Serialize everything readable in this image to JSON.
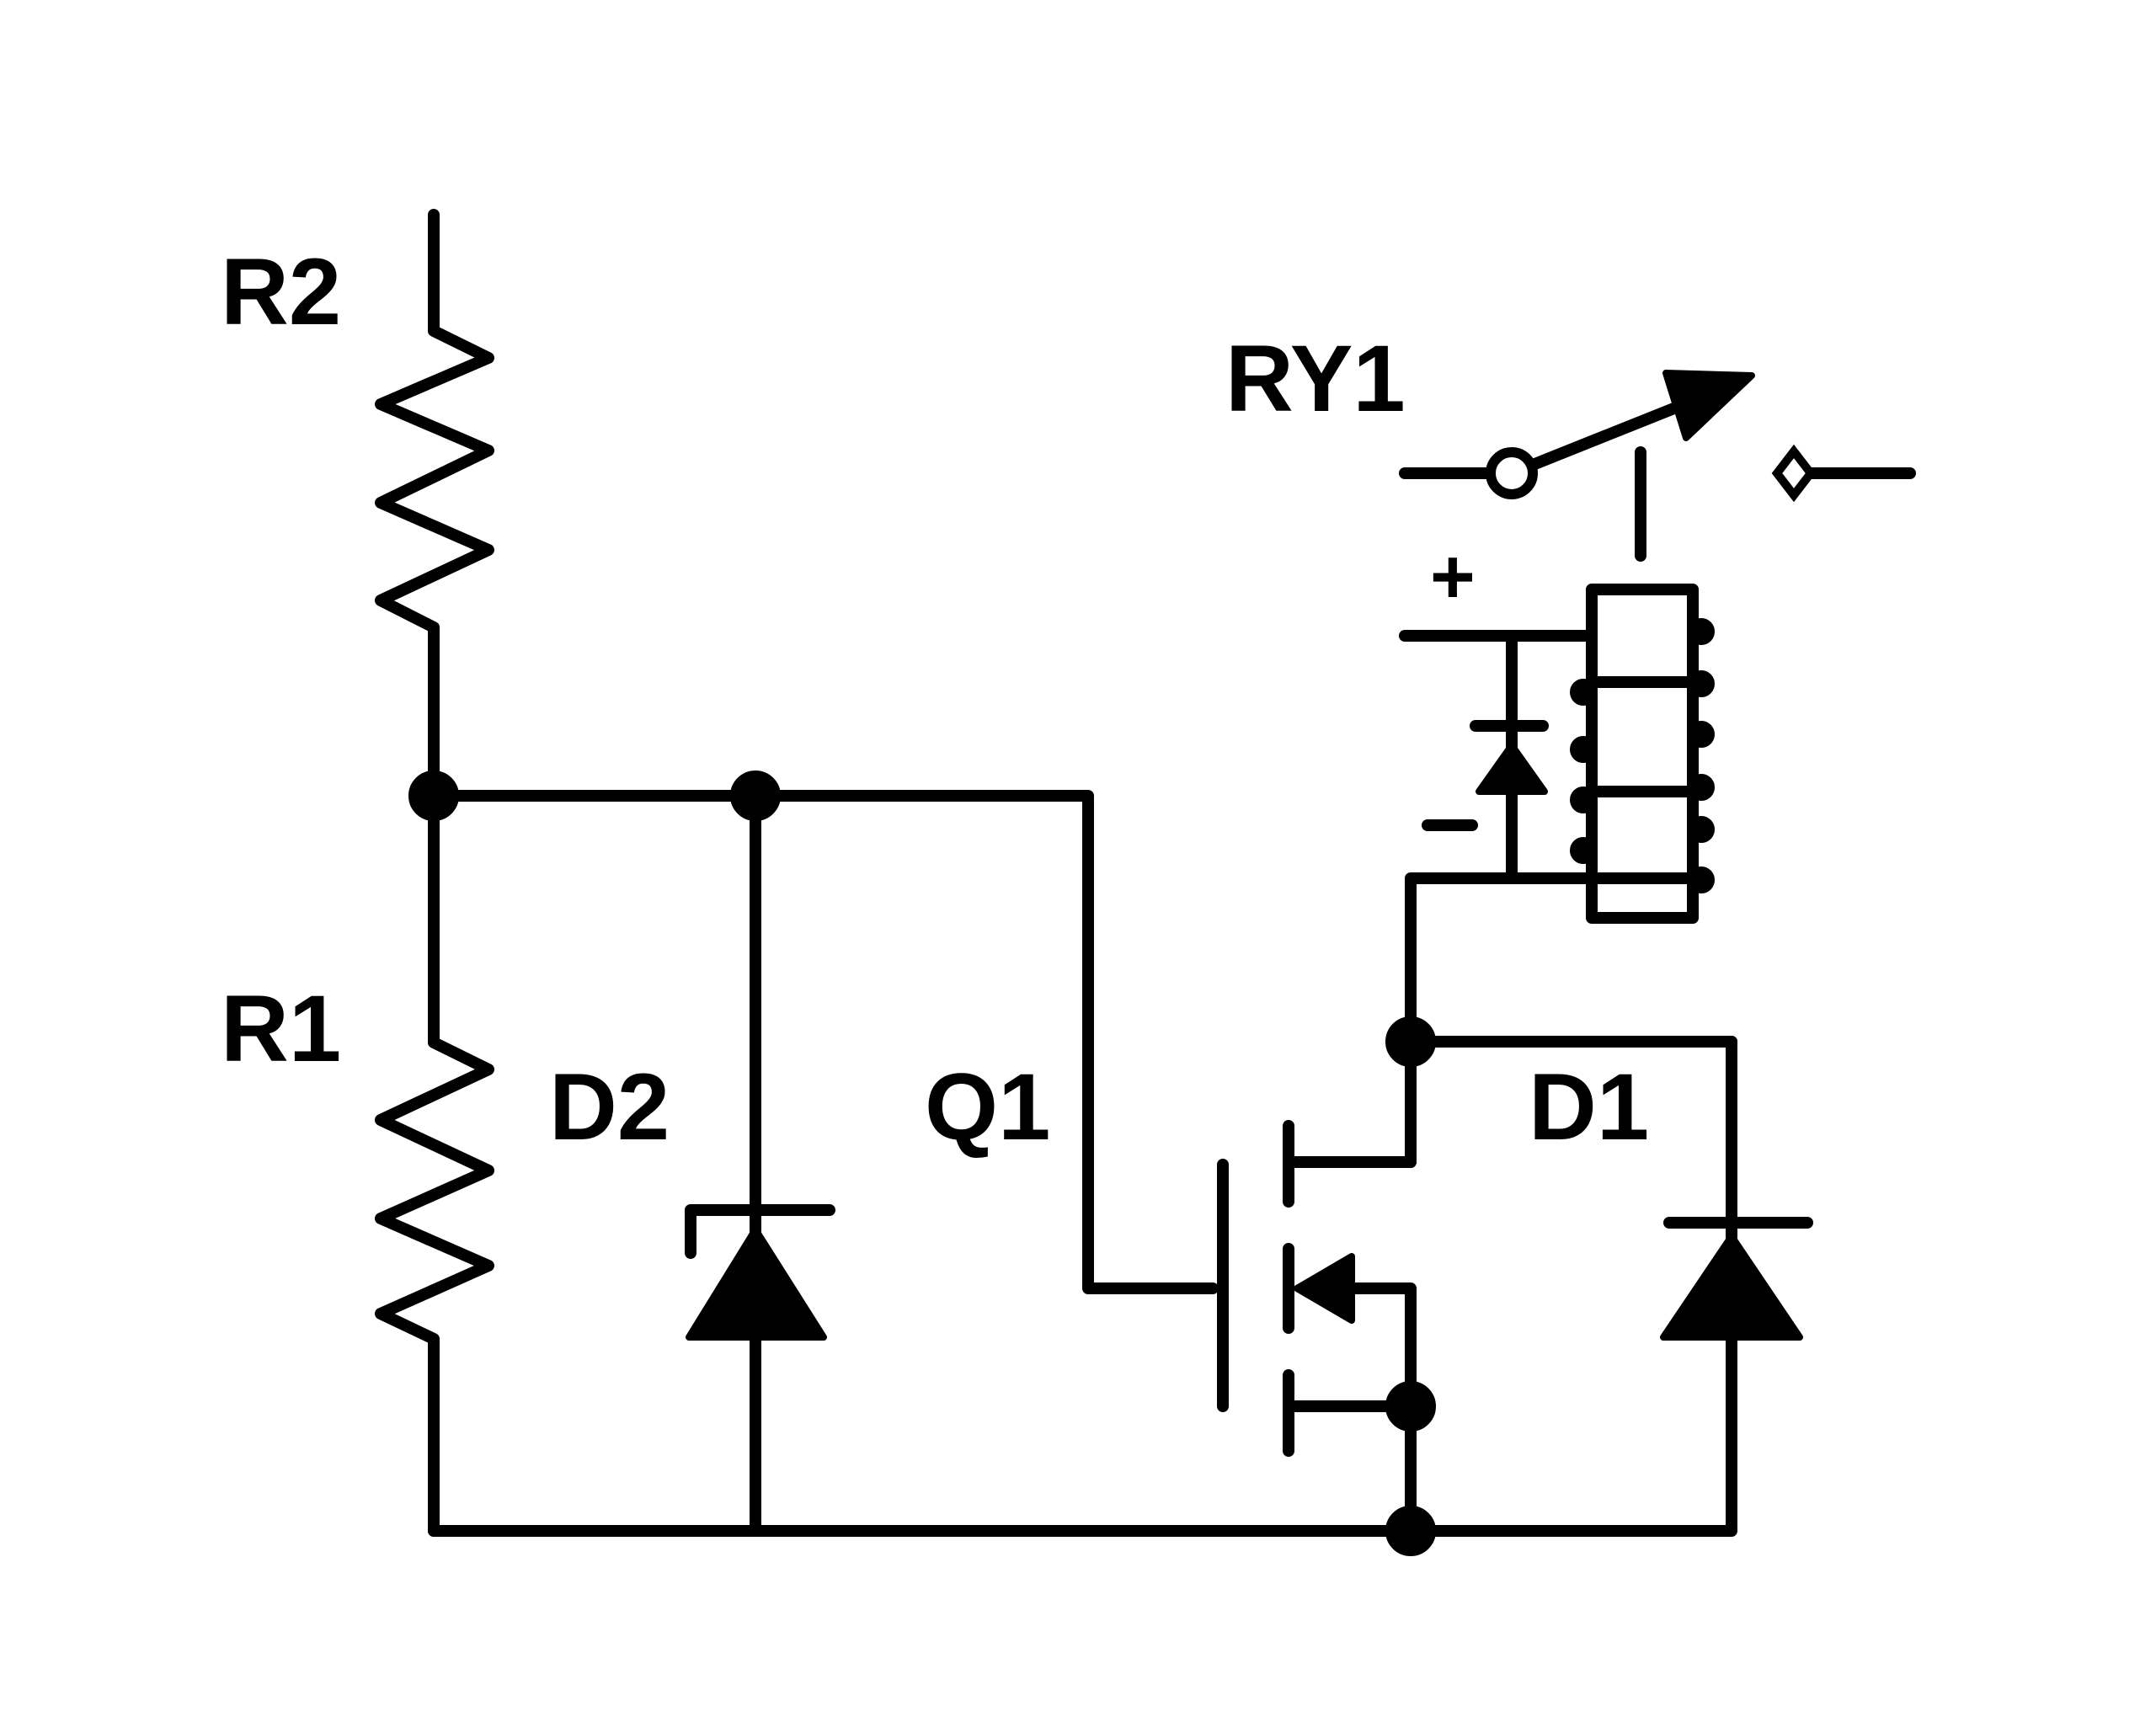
{
  "diagram": {
    "type": "circuit-schematic",
    "components": [
      {
        "ref": "R2",
        "kind": "resistor"
      },
      {
        "ref": "R1",
        "kind": "resistor"
      },
      {
        "ref": "D2",
        "kind": "diode"
      },
      {
        "ref": "Q1",
        "kind": "mosfet"
      },
      {
        "ref": "D1",
        "kind": "diode"
      },
      {
        "ref": "RY1",
        "kind": "relay"
      }
    ],
    "polarity": {
      "plus": "+",
      "minus": "-"
    }
  },
  "colors": {
    "ink": "#000000",
    "background": "#ffffff"
  }
}
